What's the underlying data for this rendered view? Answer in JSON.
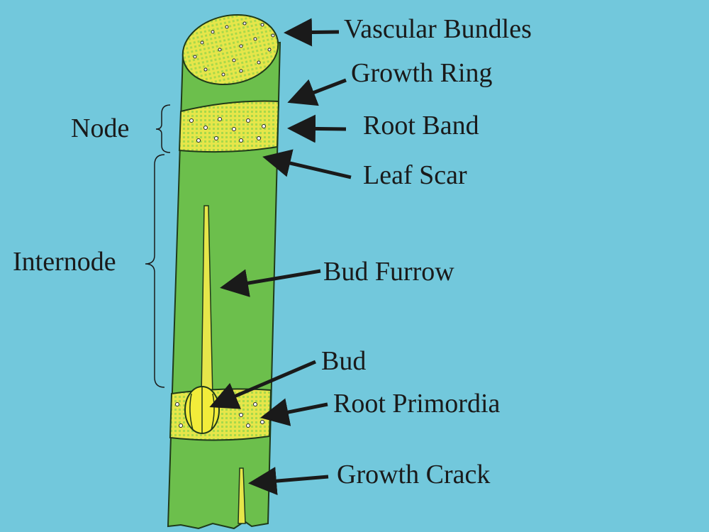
{
  "colors": {
    "background": "#72c8dc",
    "stalk": "#6cbf4c",
    "band": "#e6e64a",
    "outline": "#1f3a1a"
  },
  "labels": {
    "vascular_bundles": "Vascular Bundles",
    "growth_ring": "Growth Ring",
    "root_band": "Root Band",
    "leaf_scar": "Leaf Scar",
    "bud_furrow": "Bud Furrow",
    "bud": "Bud",
    "root_primordia": "Root Primordia",
    "growth_crack": "Growth Crack",
    "node": "Node",
    "internode": "Internode"
  }
}
